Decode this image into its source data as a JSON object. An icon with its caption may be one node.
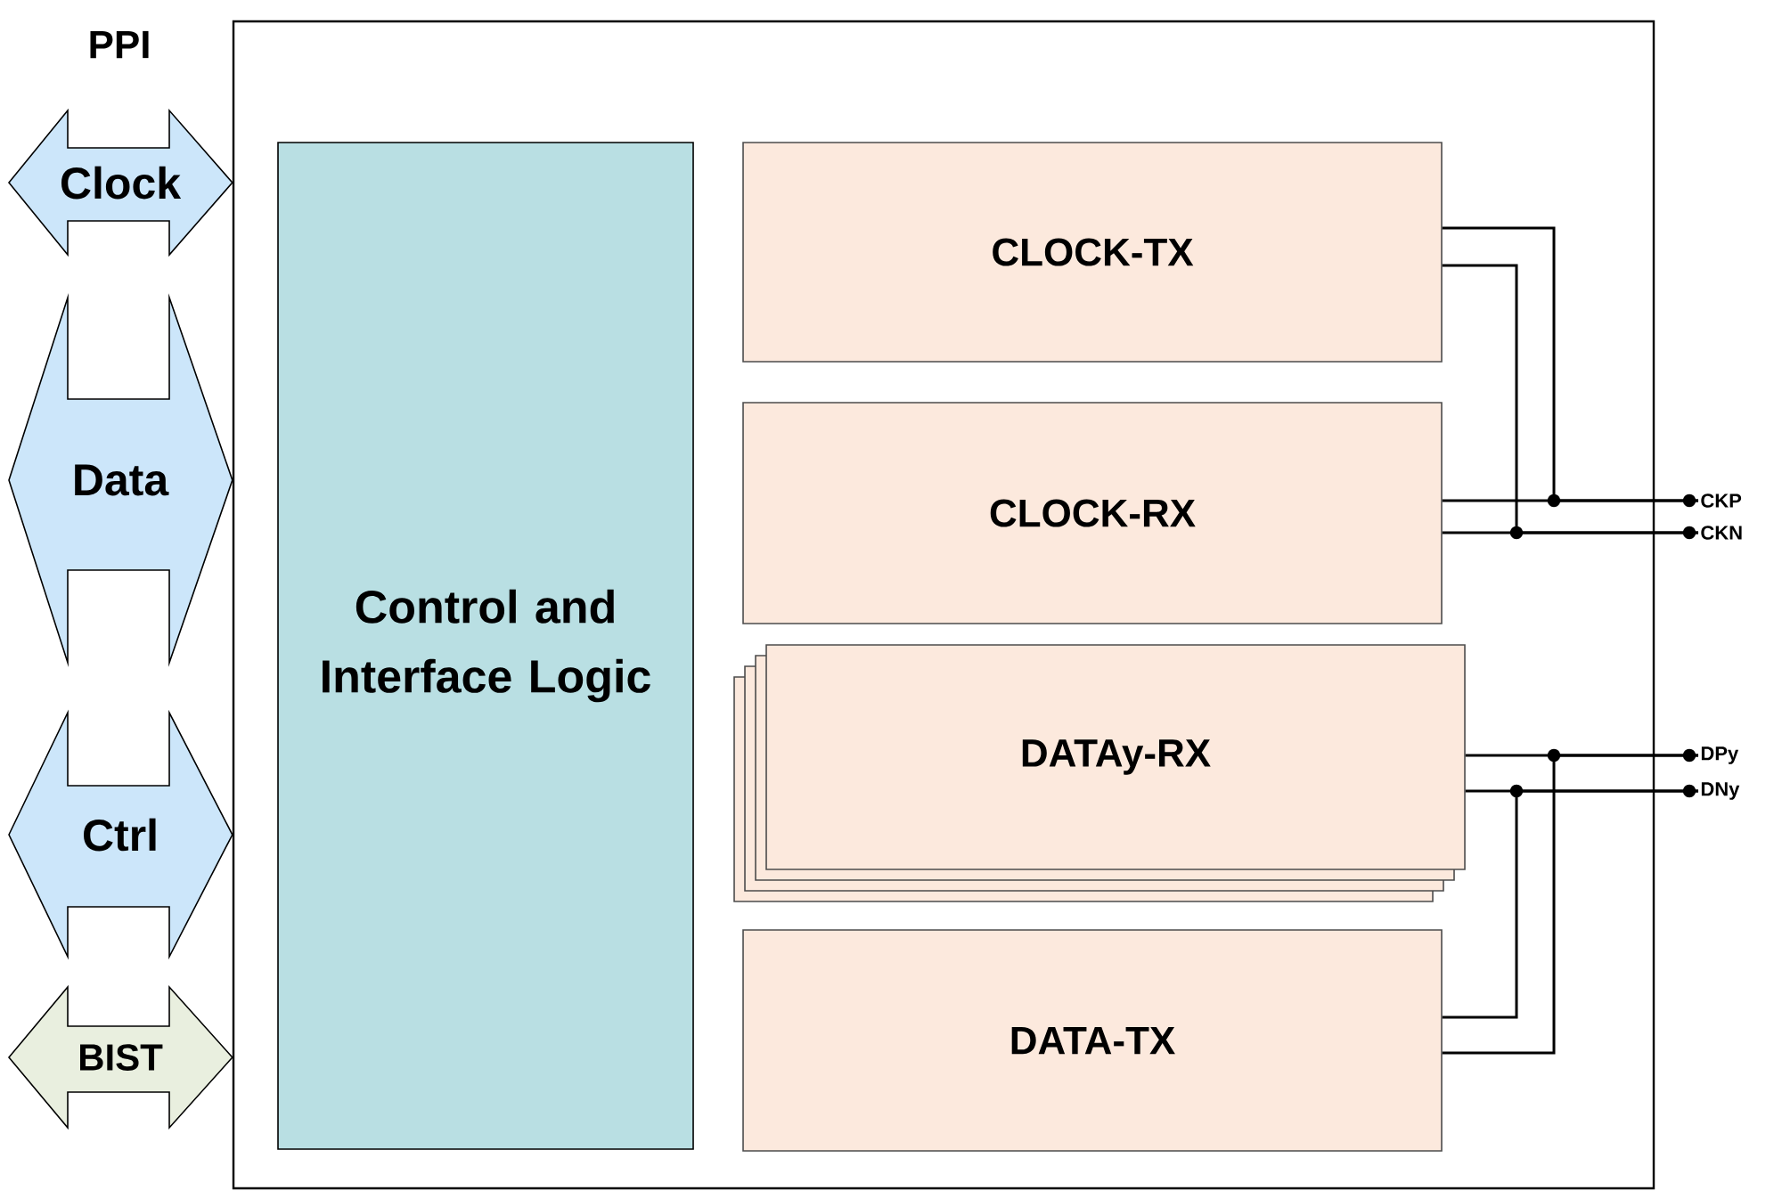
{
  "diagram": {
    "nodes": [
      {
        "text": [],
        "shape": "box"
      },
      {
        "text": [
          "Control and Interface Logic"
        ],
        "in": 0
      },
      {
        "text": [
          "CLOCK-TX"
        ],
        "in": 0
      },
      {
        "text": [
          "CLOCK-RX"
        ],
        "in": 0
      },
      {
        "text": [
          "DATAy-RX"
        ],
        "in": 0
      },
      {
        "text": [
          "DATA-TX"
        ],
        "in": 0
      },
      {
        "text": [
          "CKP"
        ]
      },
      {
        "text": [
          "CKN"
        ]
      },
      {
        "text": [
          "DPy"
        ]
      },
      {
        "text": [
          "DNy"
        ]
      }
    ],
    "edges": [
      {
        "from": 2,
        "to": 6,
        "arrow": "none"
      },
      {
        "from": 2,
        "to": 7,
        "arrow": "none"
      },
      {
        "from": 3,
        "to": 6,
        "arrow": "none"
      },
      {
        "from": 3,
        "to": 7,
        "arrow": "none"
      },
      {
        "from": 4,
        "to": 8,
        "arrow": "none"
      },
      {
        "from": 4,
        "to": 9,
        "arrow": "none"
      },
      {
        "from": 5,
        "to": 9,
        "arrow": "none"
      },
      {
        "from": 5,
        "to": 8,
        "arrow": "none"
      },
      {
        "from": null,
        "to": 0,
        "arrow": "both",
        "label": "Clock"
      },
      {
        "from": null,
        "to": 0,
        "arrow": "both",
        "label": "Data"
      },
      {
        "from": null,
        "to": 0,
        "arrow": "both",
        "label": "Ctrl"
      },
      {
        "from": null,
        "to": 0,
        "arrow": "both",
        "label": "BIST",
        "color": "#e9efdf"
      }
    ],
    "labels": [
      "PPI"
    ]
  }
}
